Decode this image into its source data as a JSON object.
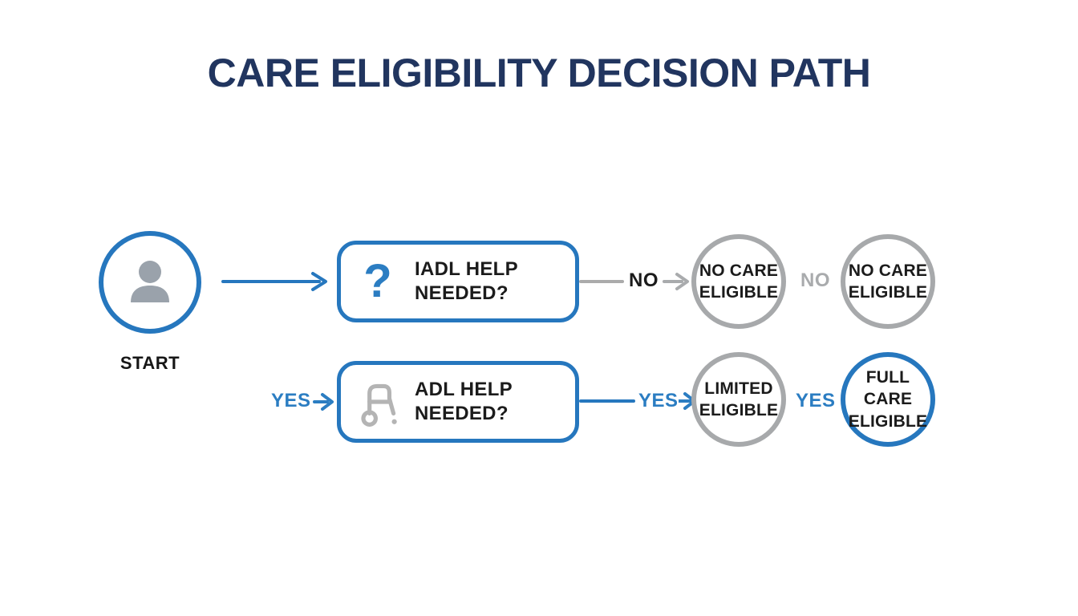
{
  "title": "CARE ELIGIBILITY DECISION PATH",
  "colors": {
    "title_navy": "#21355f",
    "accent_blue": "#2677be",
    "label_blue": "#2b7dc2",
    "outline_gray": "#a7a9ab",
    "text_dark": "#1b1b1b",
    "icon_gray": "#9aa2ab"
  },
  "start": {
    "label": "START",
    "icon": "person-icon"
  },
  "questions": [
    {
      "id": "iadl",
      "icon": "question-mark-icon",
      "icon_glyph": "?",
      "line1": "IADL HELP",
      "line2": "NEEDED?"
    },
    {
      "id": "adl",
      "icon": "walker-icon",
      "line1": "ADL HELP",
      "line2": "NEEDED?"
    }
  ],
  "outcomes": [
    {
      "line1": "NO CARE",
      "line2": "ELIGIBLE",
      "style": "gray"
    },
    {
      "line1": "NO CARE",
      "line2": "ELIGIBLE",
      "style": "gray"
    },
    {
      "line1": "LIMITED",
      "line2": "ELIGIBLE",
      "style": "gray"
    },
    {
      "line1": "FULL CARE",
      "line2": "ELIGIBLE",
      "style": "blue"
    }
  ],
  "edges": {
    "no_to_first_outcome": "NO",
    "no_to_second_outcome": "NO",
    "yes_to_adl": "YES",
    "yes_to_limited": "YES",
    "yes_to_full": "YES"
  }
}
